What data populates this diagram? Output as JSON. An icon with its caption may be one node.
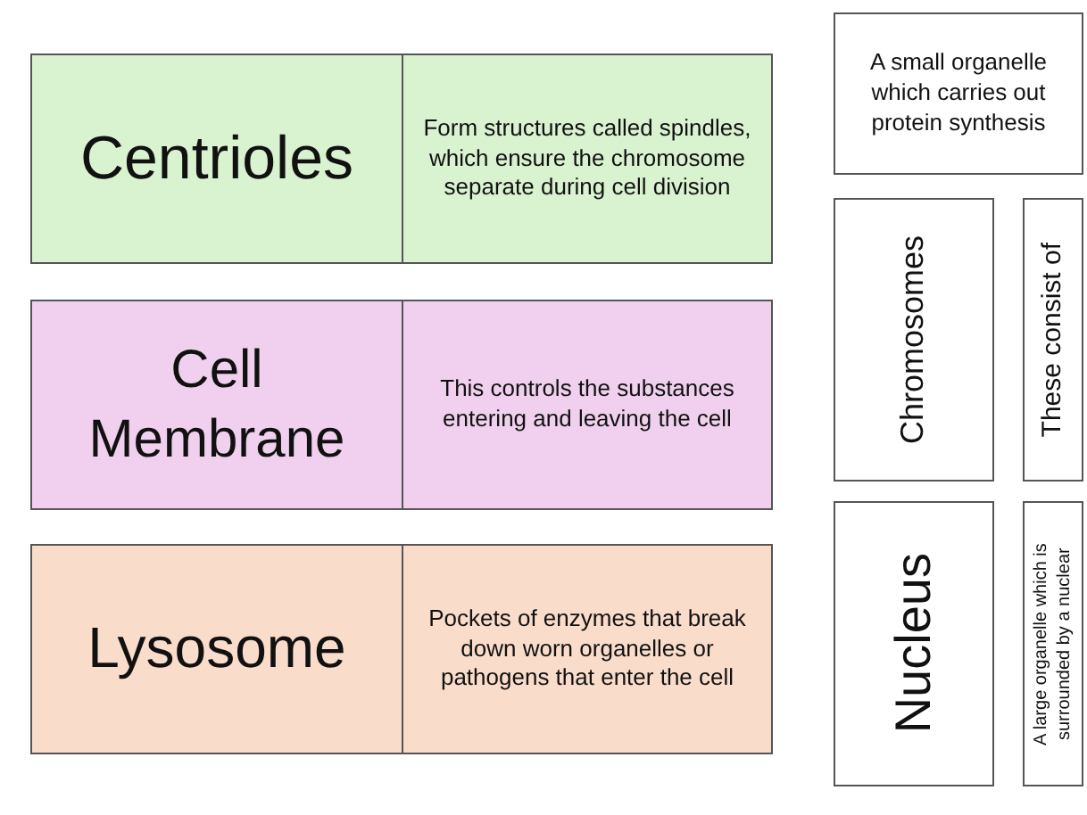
{
  "diagram": {
    "nodes": [
      {
        "text": [
          "Centrioles"
        ]
      },
      {
        "text": [
          "Form structures called spindles, which ensure the chromosome separate during cell division"
        ]
      },
      {
        "text": [
          "Cell Membrane"
        ]
      },
      {
        "text": [
          "This controls the substances entering and leaving the cell"
        ]
      },
      {
        "text": [
          "Lysosome"
        ]
      },
      {
        "text": [
          "Pockets of enzymes that break down worn organelles or pathogens that enter the cell"
        ]
      },
      {
        "text": [
          "A small organelle which carries out protein synthesis"
        ]
      },
      {
        "text": [
          "Chromosomes"
        ]
      },
      {
        "text": [
          "These consist of"
        ]
      },
      {
        "text": [
          "Nucleus"
        ]
      },
      {
        "text": [
          "A large organelle which is surrounded by a nuclear"
        ]
      }
    ],
    "edges": []
  }
}
